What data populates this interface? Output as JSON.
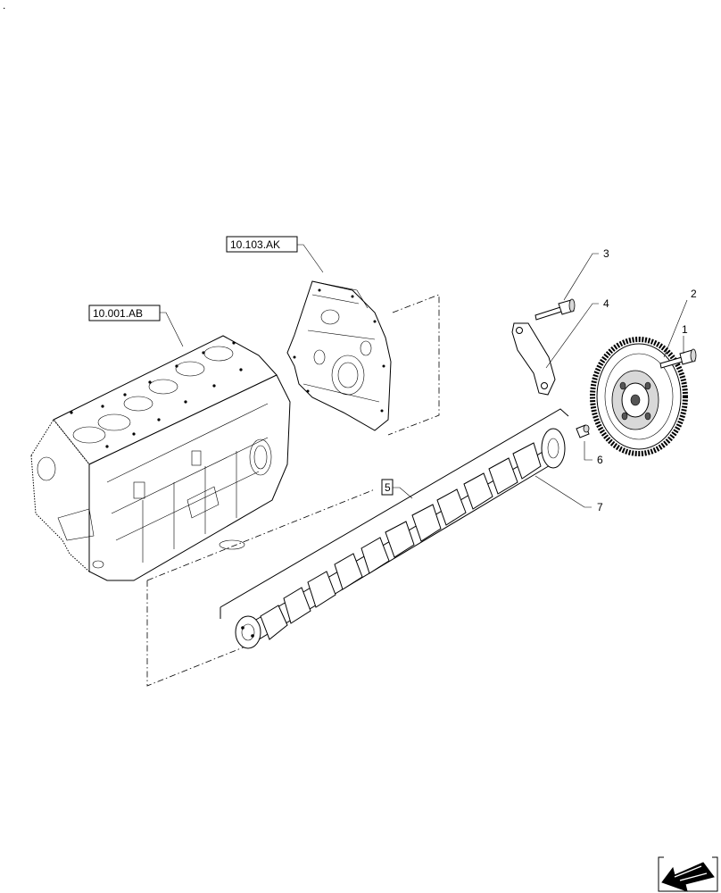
{
  "page_marker": ".",
  "references": [
    {
      "id": "ref-cylinder-block",
      "text": "10.001.AB"
    },
    {
      "id": "ref-timing-cover",
      "text": "10.103.AK"
    }
  ],
  "callouts": [
    {
      "id": "callout-1",
      "text": "1"
    },
    {
      "id": "callout-2",
      "text": "2"
    },
    {
      "id": "callout-3",
      "text": "3"
    },
    {
      "id": "callout-4",
      "text": "4"
    },
    {
      "id": "callout-5",
      "text": "5"
    },
    {
      "id": "callout-6",
      "text": "6"
    },
    {
      "id": "callout-7",
      "text": "7"
    }
  ],
  "icons": {
    "corner": "direction-arrow-icon"
  }
}
